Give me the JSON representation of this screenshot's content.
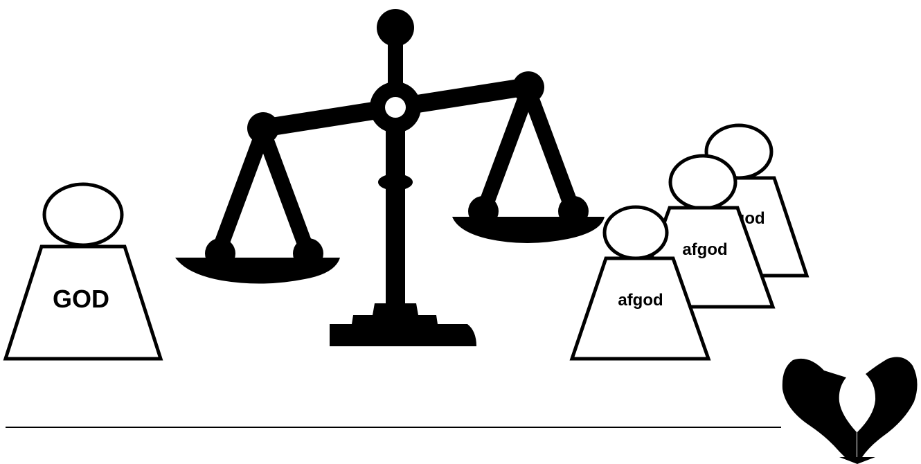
{
  "illustration": {
    "left_weight_label": "GOD",
    "right_weights": [
      {
        "label": "afgod"
      },
      {
        "label": "afgod"
      },
      {
        "label": "afgod"
      }
    ],
    "colors": {
      "ink": "#000000",
      "paper": "#ffffff"
    },
    "icons": {
      "scale": "balance-scale-icon",
      "logo": "broken-heart-logo-icon"
    }
  }
}
